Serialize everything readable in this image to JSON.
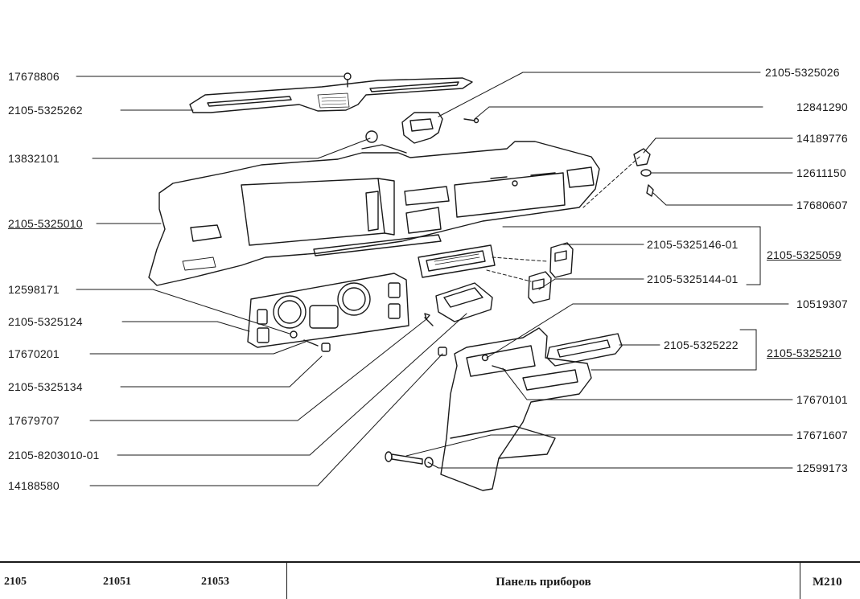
{
  "left_labels": [
    {
      "id": "l1",
      "text": "17678806"
    },
    {
      "id": "l2",
      "text": "2105-5325262"
    },
    {
      "id": "l3",
      "text": "13832101"
    },
    {
      "id": "l4",
      "text": "2105-5325010"
    },
    {
      "id": "l5",
      "text": "12598171"
    },
    {
      "id": "l6",
      "text": "2105-5325124"
    },
    {
      "id": "l7",
      "text": "17670201"
    },
    {
      "id": "l8",
      "text": "2105-5325134"
    },
    {
      "id": "l9",
      "text": "17679707"
    },
    {
      "id": "l10",
      "text": "2105-8203010-01"
    },
    {
      "id": "l11",
      "text": "14188580"
    }
  ],
  "right_labels": [
    {
      "id": "r1",
      "text": "2105-5325026"
    },
    {
      "id": "r2",
      "text": "12841290"
    },
    {
      "id": "r3",
      "text": "14189776"
    },
    {
      "id": "r4",
      "text": "12611150"
    },
    {
      "id": "r5",
      "text": "17680607"
    },
    {
      "id": "r6",
      "text": "2105-5325146-01"
    },
    {
      "id": "r7",
      "text": "2105-5325059"
    },
    {
      "id": "r8",
      "text": "2105-5325144-01"
    },
    {
      "id": "r9",
      "text": "10519307"
    },
    {
      "id": "r10",
      "text": "2105-5325222"
    },
    {
      "id": "r11",
      "text": "2105-5325210"
    },
    {
      "id": "r12",
      "text": "17670101"
    },
    {
      "id": "r13",
      "text": "17671607"
    },
    {
      "id": "r14",
      "text": "12599173"
    }
  ],
  "footer": {
    "models": [
      "2105",
      "21051",
      "21053"
    ],
    "title": "Панель приборов",
    "code": "M210"
  }
}
